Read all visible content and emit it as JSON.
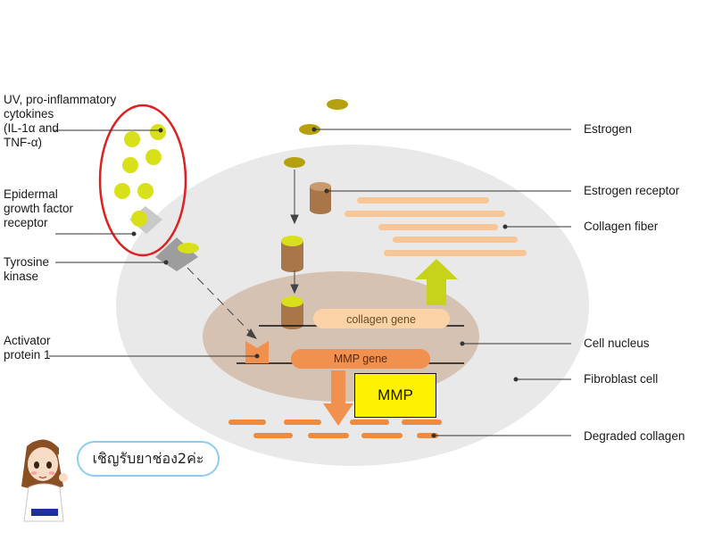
{
  "labels": {
    "uv": "UV, pro-inflammatory\ncytokines\n(IL-1α and\nTNF-α)",
    "egfr": "Epidermal\ngrowth factor\nreceptor",
    "tyrosine": "Tyrosine\nkinase",
    "ap1": "Activator\nprotein 1",
    "estrogen": "Estrogen",
    "estrogen_receptor": "Estrogen receptor",
    "collagen_fiber": "Collagen fiber",
    "cell_nucleus": "Cell nucleus",
    "fibroblast": "Fibroblast cell",
    "degraded": "Degraded collagen"
  },
  "genes": {
    "collagen_gene": "collagen gene",
    "mmp_gene": "MMP gene"
  },
  "mmp_box": "MMP",
  "speech_bubble": "เชิญรับยาช่อง2ค่ะ",
  "colors": {
    "cell": "#e9e9e9",
    "nucleus": "#d5c2b2",
    "collagen_fiber": "#f8c596",
    "degraded_collagen": "#f08a3c",
    "ligand": "#d8e01a",
    "estrogen": "#b5a00e",
    "receptor": "#a9764a",
    "mmp_gene": "#f0914f",
    "collagen_gene": "#fbd3a6",
    "arrow_up": "#c7d31b",
    "highlight_ring": "#e02020",
    "mmp_box": "#fff200"
  }
}
